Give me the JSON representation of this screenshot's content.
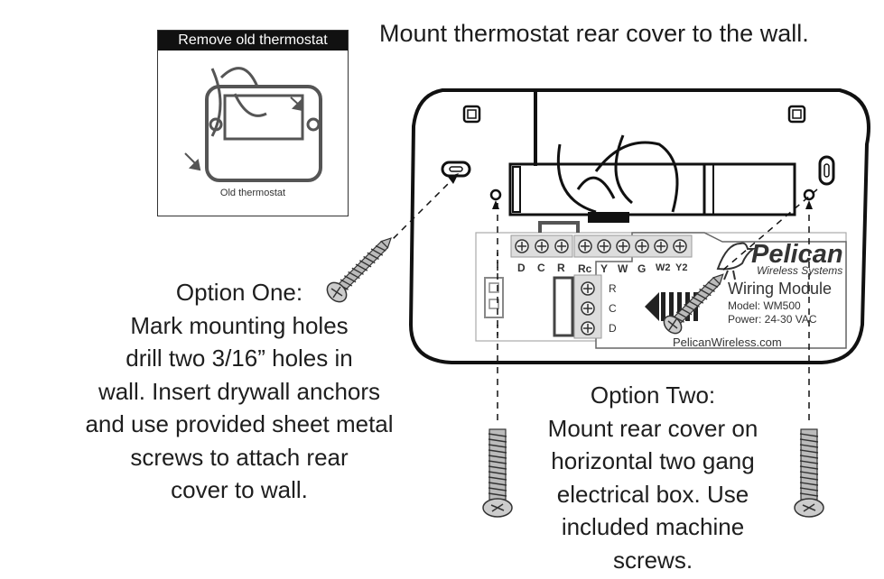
{
  "title": "Mount thermostat rear cover to the wall.",
  "inset": {
    "header": "Remove old thermostat",
    "caption": "Old thermostat"
  },
  "module": {
    "brand": "Pelican",
    "subbrand": "Wireless Systems",
    "name": "Wiring Module",
    "model": "Model: WM500",
    "power": "Power: 24-30 VAC",
    "website": "PelicanWireless.com"
  },
  "terminals_left": [
    "D",
    "C",
    "R"
  ],
  "terminals_right": [
    "Rc",
    "Y",
    "W",
    "G",
    "W2",
    "Y2"
  ],
  "side_terminals": [
    "R",
    "C",
    "D"
  ],
  "option_one": {
    "lines": [
      "Option One:",
      "Mark mounting holes",
      "drill two 3/16” holes in",
      "wall. Insert drywall anchors",
      "and use provided sheet metal",
      "screws to attach rear",
      "cover to wall."
    ]
  },
  "option_two": {
    "lines": [
      "Option Two:",
      "Mount rear cover on",
      "horizontal two gang",
      "electrical box. Use",
      "included machine",
      "screws."
    ]
  }
}
